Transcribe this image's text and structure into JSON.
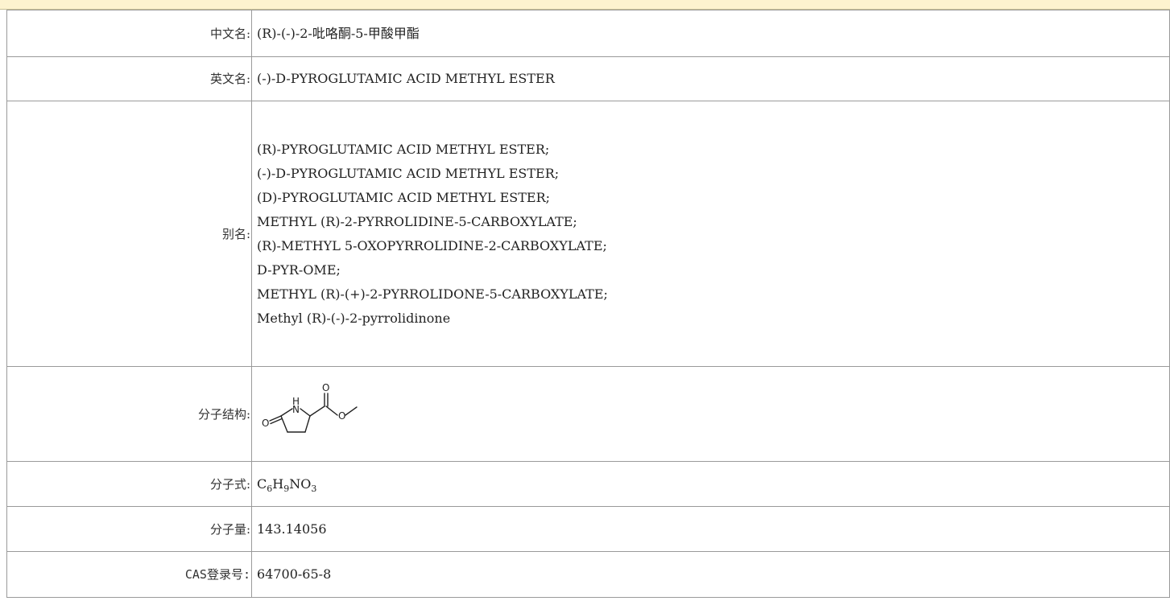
{
  "rows": {
    "chinese_name": {
      "label": "中文名:",
      "value": "(R)-(-)-2-吡咯酮-5-甲酸甲酯"
    },
    "english_name": {
      "label": "英文名:",
      "value": "(-)-D-PYROGLUTAMIC ACID METHYL ESTER"
    },
    "aliases": {
      "label": "别名:",
      "items": [
        "(R)-PYROGLUTAMIC ACID METHYL ESTER;",
        "(-)-D-PYROGLUTAMIC ACID METHYL ESTER;",
        "(D)-PYROGLUTAMIC ACID METHYL ESTER;",
        "METHYL (R)-2-PYRROLIDINE-5-CARBOXYLATE;",
        "(R)-METHYL 5-OXOPYRROLIDINE-2-CARBOXYLATE;",
        "D-PYR-OME;",
        "METHYL (R)-(+)-2-PYRROLIDONE-5-CARBOXYLATE;",
        "Methyl (R)-(-)-2-pyrrolidinone"
      ]
    },
    "structure": {
      "label": "分子结构:",
      "atom_labels": {
        "n": "N",
        "h": "H",
        "o_ring": "O",
        "o_carbonyl": "O",
        "o_ester": "O"
      }
    },
    "formula": {
      "label": "分子式:",
      "parts": [
        {
          "el": "C",
          "n": "6"
        },
        {
          "el": "H",
          "n": "9"
        },
        {
          "el": "NO",
          "n": "3"
        }
      ]
    },
    "molecular_weight": {
      "label": "分子量:",
      "value": "143.14056"
    },
    "cas": {
      "label": "CAS登录号:",
      "value": "64700-65-8"
    }
  }
}
